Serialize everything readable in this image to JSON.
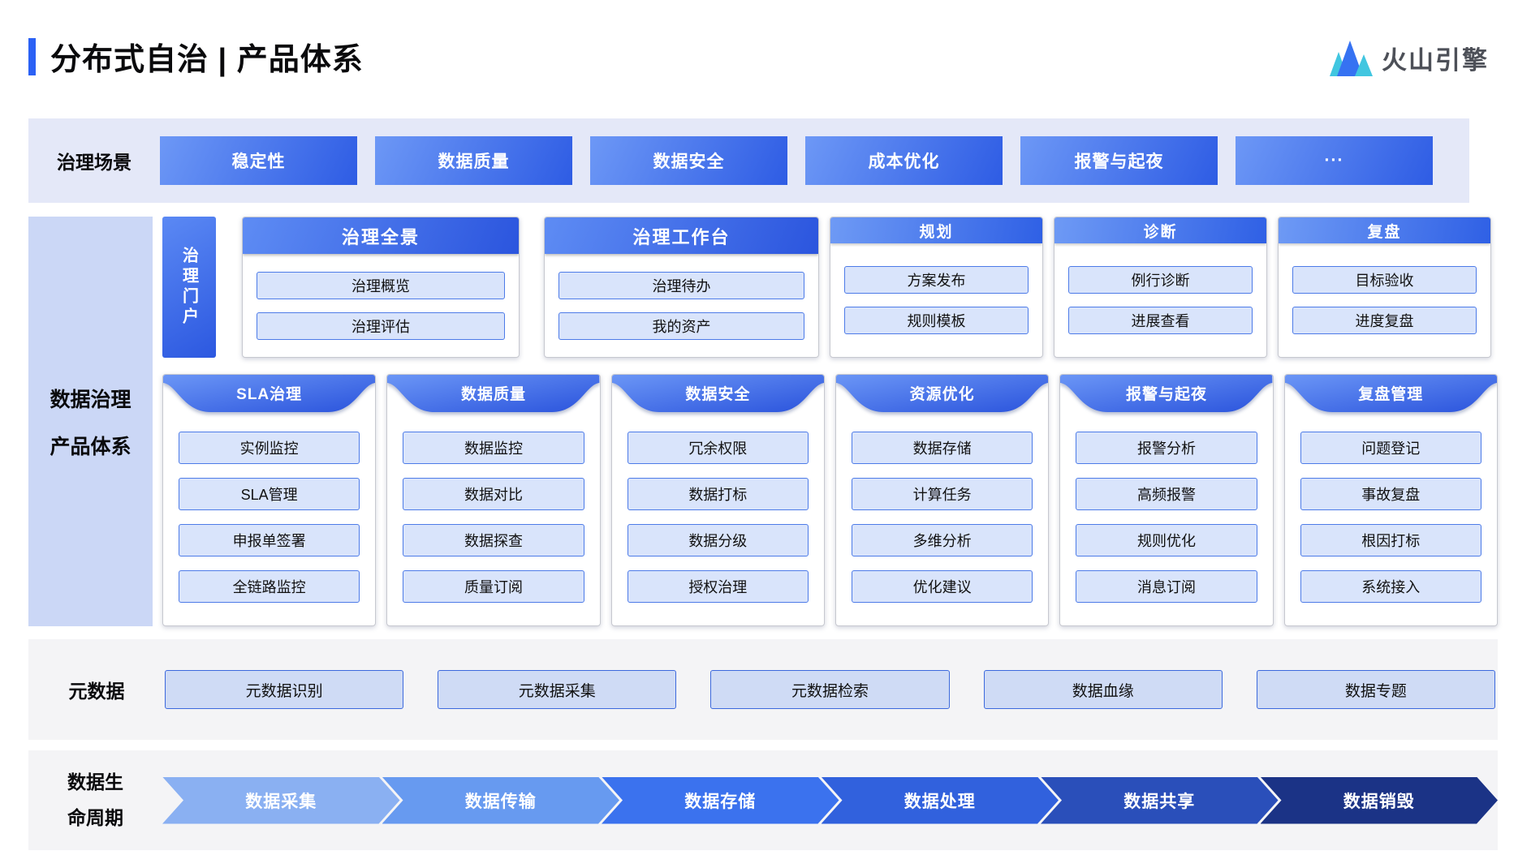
{
  "header": {
    "title": "分布式自治 | 产品体系",
    "logo_text": "火山引擎"
  },
  "scenarios": {
    "label": "治理场景",
    "buttons": [
      "稳定性",
      "数据质量",
      "数据安全",
      "成本优化",
      "报警与起夜",
      "···"
    ]
  },
  "governance": {
    "sidebar_label_line1": "数据治理",
    "sidebar_label_line2": "产品体系",
    "portal_label": "治理门户",
    "top_cards": [
      {
        "title": "治理全景",
        "style": "big",
        "items": [
          "治理概览",
          "治理评估"
        ]
      },
      {
        "title": "治理工作台",
        "style": "big",
        "items": [
          "治理待办",
          "我的资产"
        ]
      },
      {
        "title": "规划",
        "style": "small",
        "items": [
          "方案发布",
          "规则模板"
        ]
      },
      {
        "title": "诊断",
        "style": "small",
        "items": [
          "例行诊断",
          "进展查看"
        ]
      },
      {
        "title": "复盘",
        "style": "small",
        "items": [
          "目标验收",
          "进度复盘"
        ]
      }
    ],
    "bottom_cards": [
      {
        "title": "SLA治理",
        "items": [
          "实例监控",
          "SLA管理",
          "申报单签署",
          "全链路监控"
        ]
      },
      {
        "title": "数据质量",
        "items": [
          "数据监控",
          "数据对比",
          "数据探查",
          "质量订阅"
        ]
      },
      {
        "title": "数据安全",
        "items": [
          "冗余权限",
          "数据打标",
          "数据分级",
          "授权治理"
        ]
      },
      {
        "title": "资源优化",
        "items": [
          "数据存储",
          "计算任务",
          "多维分析",
          "优化建议"
        ]
      },
      {
        "title": "报警与起夜",
        "items": [
          "报警分析",
          "高频报警",
          "规则优化",
          "消息订阅"
        ]
      },
      {
        "title": "复盘管理",
        "items": [
          "问题登记",
          "事故复盘",
          "根因打标",
          "系统接入"
        ]
      }
    ]
  },
  "metadata": {
    "label": "元数据",
    "items": [
      "元数据识别",
      "元数据采集",
      "元数据检索",
      "数据血缘",
      "数据专题"
    ]
  },
  "lifecycle": {
    "label_line1": "数据生",
    "label_line2": "命周期",
    "stages": [
      {
        "label": "数据采集",
        "color": "#8ab0f2"
      },
      {
        "label": "数据传输",
        "color": "#679af0"
      },
      {
        "label": "数据存储",
        "color": "#3b72ee"
      },
      {
        "label": "数据处理",
        "color": "#3161dd"
      },
      {
        "label": "数据共享",
        "color": "#2a4fba"
      },
      {
        "label": "数据销毁",
        "color": "#1b3386"
      }
    ]
  },
  "colors": {
    "accent": "#2b61f5",
    "scenario_band": "#e4e8f8",
    "sidebar": "#cbd7f6",
    "gray_band": "#f4f4f6",
    "gradient_from": "#6d98f6",
    "gradient_to": "#2e5ce4",
    "item_bg": "#d9e4fb",
    "item_border": "#4d7be8",
    "logo_blue": "#3672f2",
    "logo_teal": "#41c6e0"
  }
}
